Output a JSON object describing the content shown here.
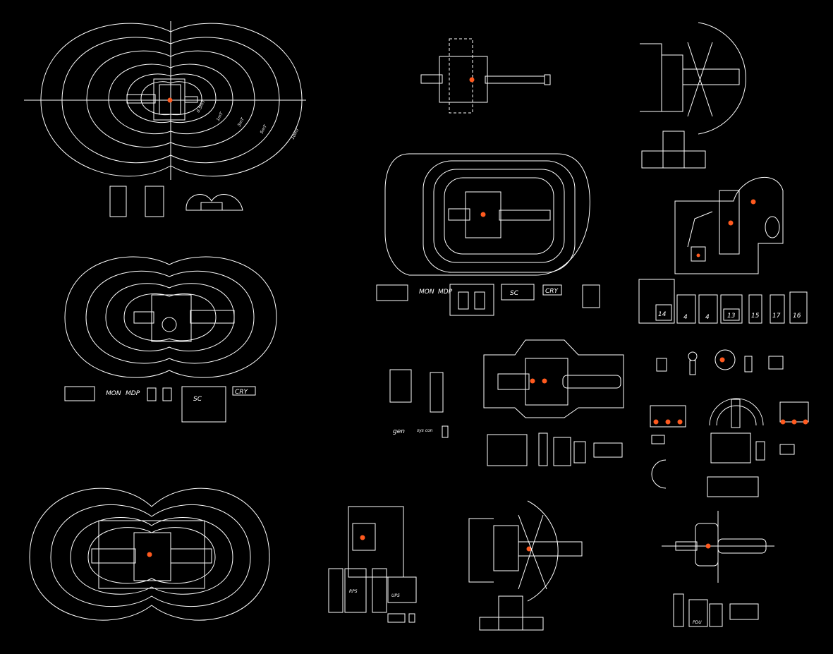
{
  "colors": {
    "background": "#000000",
    "linework": "#ffffff",
    "isocenter_marker": "#ff5a1f"
  },
  "labels": {
    "mon": "MON",
    "mdp": "MDP",
    "sc": "SC",
    "cry": "CRY",
    "gen": "gen",
    "sys_con": "sys con",
    "rps": "RPS",
    "ups": "UPS",
    "pdu": "PDU"
  },
  "numbered_cells": [
    "14",
    "4",
    "4",
    "13",
    "15",
    "17",
    "16"
  ]
}
